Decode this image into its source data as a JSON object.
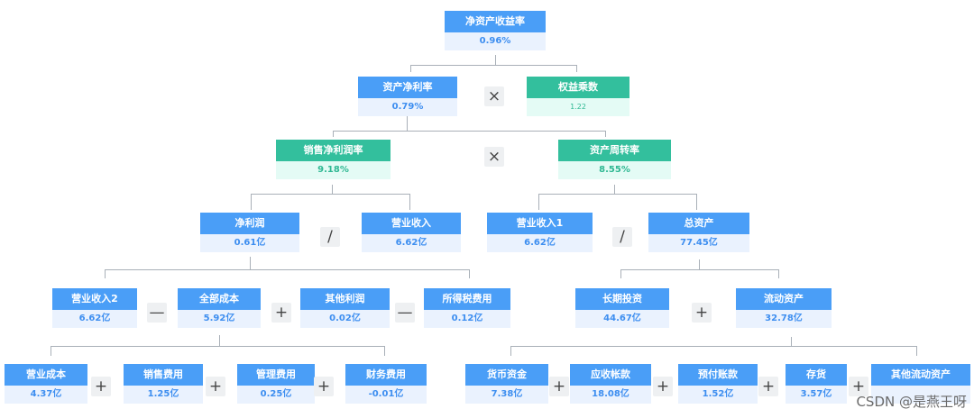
{
  "nodes": {
    "roe": {
      "label": "净资产收益率",
      "value": "0.96%"
    },
    "roa": {
      "label": "资产净利率",
      "value": "0.79%"
    },
    "equity_multiplier": {
      "label": "权益乘数",
      "value": "1.22"
    },
    "net_margin": {
      "label": "销售净利润率",
      "value": "9.18%"
    },
    "asset_turnover": {
      "label": "资产周转率",
      "value": "8.55%"
    },
    "net_profit": {
      "label": "净利润",
      "value": "0.61亿"
    },
    "revenue_a": {
      "label": "营业收入",
      "value": "6.62亿"
    },
    "revenue_b": {
      "label": "营业收入1",
      "value": "6.62亿"
    },
    "total_assets": {
      "label": "总资产",
      "value": "77.45亿"
    },
    "revenue_c": {
      "label": "营业收入2",
      "value": "6.62亿"
    },
    "total_cost": {
      "label": "全部成本",
      "value": "5.92亿"
    },
    "other_profit": {
      "label": "其他利润",
      "value": "0.02亿"
    },
    "income_tax": {
      "label": "所得税费用",
      "value": "0.12亿"
    },
    "long_term_investment": {
      "label": "长期投资",
      "value": "44.67亿"
    },
    "current_assets": {
      "label": "流动资产",
      "value": "32.78亿"
    },
    "operating_cost": {
      "label": "营业成本",
      "value": "4.37亿"
    },
    "selling_expense": {
      "label": "销售费用",
      "value": "1.25亿"
    },
    "admin_expense": {
      "label": "管理费用",
      "value": "0.25亿"
    },
    "finance_expense": {
      "label": "财务费用",
      "value": "-0.01亿"
    },
    "cash": {
      "label": "货币资金",
      "value": "7.38亿"
    },
    "receivables": {
      "label": "应收帐款",
      "value": "18.08亿"
    },
    "prepayments": {
      "label": "预付账款",
      "value": "1.52亿"
    },
    "inventory": {
      "label": "存货",
      "value": "3.57亿"
    },
    "other_current_assets": {
      "label": "其他流动资产",
      "value": ""
    }
  },
  "operators": {
    "multiply": "×",
    "divide": "/",
    "minus": "—",
    "plus": "+"
  },
  "watermark": "CSDN @是燕王呀",
  "colors": {
    "blue_header": "#4a9ef7",
    "blue_body": "#eaf2fe",
    "green_header": "#33bf9d",
    "green_body": "#e4fbf5"
  }
}
